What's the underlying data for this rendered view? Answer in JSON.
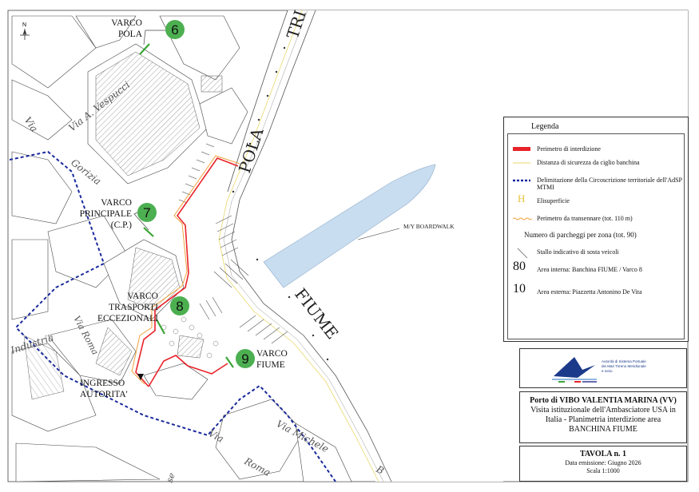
{
  "map": {
    "streets": {
      "vespucci": "Via A. Vespucci",
      "via_left": "Via",
      "gorizia": "Gorizia",
      "industria": "Industria",
      "via_roma_upper": "Via Roma",
      "via_lower": "Via",
      "via_michele": "Via Michele",
      "michele_tail": "B",
      "roma_lower": "Roma",
      "se": "se"
    },
    "piers": {
      "pola": "POLA",
      "fiume": "FIUME",
      "trieste_part": "TRI"
    },
    "vessel_label": "M/Y BOARDWALK",
    "north": "N",
    "gates": [
      {
        "number": "6",
        "lines": [
          "VARCO",
          "POLA"
        ]
      },
      {
        "number": "7",
        "lines": [
          "VARCO",
          "PRINCIPALE",
          "(C.P.)"
        ]
      },
      {
        "number": "8",
        "lines": [
          "VARCO",
          "TRASPORTI",
          "ECCEZIONALI"
        ]
      },
      {
        "number": "9",
        "lines": [
          "VARCO",
          "FIUME"
        ]
      }
    ],
    "entrance": [
      "INGRESSO",
      "AUTORITA'"
    ],
    "colors": {
      "perimeter": "#e8232a",
      "offset": "#f0a23c",
      "gate": "#3aa535",
      "boundary": "#1a2a9c",
      "sea": "#c9ddf0",
      "gate_badge": "#4caf50"
    }
  },
  "legend": {
    "title": "Legenda",
    "items": [
      {
        "symbol": "red-line",
        "text": "Perimetro di interdizione"
      },
      {
        "symbol": "thin-yellow-line",
        "text": "Distanza di sicurezza da ciglio banchina"
      },
      {
        "symbol": "blue-dashed-line",
        "text": "Delimitazione della Circoscrizione territoriale dell'AdSP MTMI"
      },
      {
        "symbol": "H",
        "text": "Elisuperficie"
      },
      {
        "symbol": "wavy-orange-line",
        "text": "Perimetro da transennare (tot. 110 m)"
      }
    ],
    "parking_title": "Numero di parcheggi per zona (tot. 90)",
    "parking_stall": "Stallo indicativo di sosta veicoli",
    "internal_count": "80",
    "internal_label": "Area interna: Banchina FIUME / Varco 8",
    "external_count": "10",
    "external_label": "Area esterna: Piazzetta Antonino De Vita"
  },
  "logo": {
    "lines": [
      "Autorità di Sistema Portuale",
      "dei Mari Tirreno Meridionale",
      "e Ionio"
    ]
  },
  "title_block": {
    "port": "Porto di VIBO VALENTIA MARINA (VV)",
    "line2": "Visita istituzionale dell'Ambasciatore USA in",
    "line3": "Italia - Planimetria interdizione area",
    "line4": "BANCHINA FIUME"
  },
  "tavola": {
    "title": "TAVOLA n. 1",
    "date": "Data emissione: Giugno 2026",
    "scale": "Scala 1:1000"
  }
}
